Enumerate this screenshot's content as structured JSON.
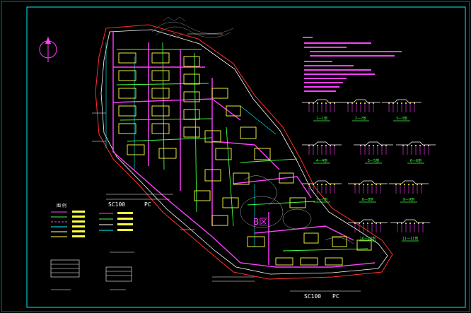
{
  "colors": {
    "background": "#000000",
    "frame": "#00c8c8",
    "road": "#ffffff",
    "boundary": "#ff3030",
    "pipe_magenta": "#ff40ff",
    "pipe_green": "#40ff40",
    "building": "#ffff40",
    "annotation": "#ffffff",
    "cyan": "#00ffff"
  },
  "plan": {
    "pipe_label_upper": "SC100",
    "pipe_label_upper_suffix": "PC",
    "pipe_label_lower": "SC100",
    "pipe_label_lower_suffix": "PC",
    "zone_label": "B区"
  },
  "legend": {
    "title": "图 例"
  },
  "sections": {
    "labels": [
      "1—1剖",
      "2—2剖",
      "3—3剖",
      "4—4剖",
      "5—5剖",
      "6—6剖",
      "7—7剖",
      "8—8剖",
      "9—9剖",
      "10—10剖",
      "11—11剖"
    ]
  }
}
